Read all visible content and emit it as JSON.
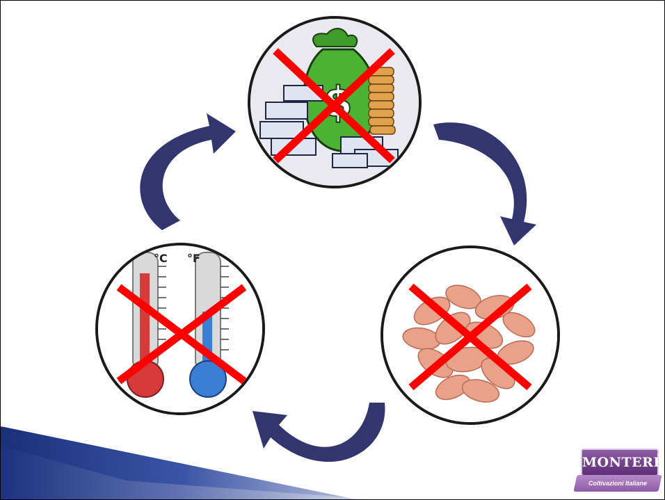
{
  "logo": {
    "name": "MONTERÈ",
    "tagline": "Coltivazioni Italiane"
  },
  "nodes": [
    {
      "id": "money",
      "label": "crossed-out money",
      "icon": "money-bag-icon"
    },
    {
      "id": "seeds",
      "label": "crossed-out seeds",
      "icon": "seeds-icon"
    },
    {
      "id": "temperature",
      "label": "crossed-out thermometers",
      "icon": "thermometer-icon"
    }
  ],
  "thermometer_units": {
    "celsius": "°C",
    "fahrenheit": "°F"
  },
  "colors": {
    "arrow": "#33356e",
    "cross": "#ff0000",
    "corner_band": "#263a8a",
    "logo_purple": "#6b3a88"
  }
}
